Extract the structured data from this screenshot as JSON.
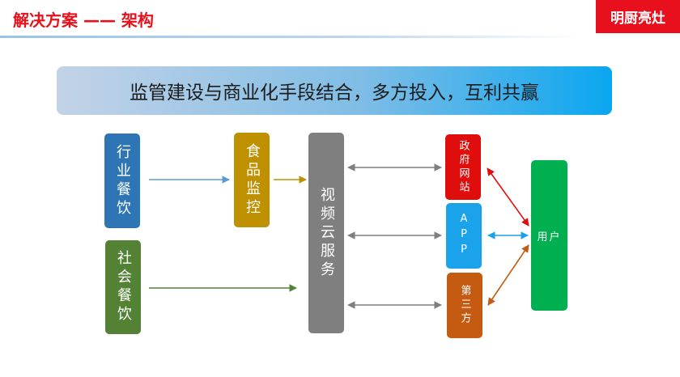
{
  "header": {
    "title": "解决方案 —— 架构",
    "brand": "明厨亮灶"
  },
  "banner": {
    "text": "监管建设与商业化手段结合，多方投入，互利共赢"
  },
  "diagram": {
    "nodes": {
      "industry_dining": "行业餐饮",
      "social_dining": "社会餐饮",
      "food_monitoring": "食品监控",
      "video_cloud_service": "视频云服务",
      "gov_website": "政府网站",
      "app": "APP",
      "third_party": "第三方",
      "user": "用户"
    },
    "colors": {
      "industry_dining": "#2e75b6",
      "social_dining": "#548235",
      "food_monitoring": "#bf9000",
      "video_cloud_service": "#7f7f7f",
      "gov_website": "#e00d0d",
      "app": "#1aa3ea",
      "third_party": "#c55a11",
      "user": "#00b050",
      "arrow_blue": "#5b9bd5",
      "arrow_gold": "#bf9000",
      "arrow_green": "#548235",
      "arrow_gray": "#7f7f7f",
      "arrow_red": "#e00d0d",
      "arrow_cyan": "#1aa3ea",
      "arrow_orange": "#c55a11",
      "brand_red": "#e8101c"
    },
    "edges": [
      {
        "from": "industry_dining",
        "to": "food_monitoring",
        "direction": "forward",
        "color": "arrow_blue"
      },
      {
        "from": "food_monitoring",
        "to": "video_cloud_service",
        "direction": "forward",
        "color": "arrow_gold"
      },
      {
        "from": "social_dining",
        "to": "video_cloud_service",
        "direction": "forward",
        "color": "arrow_green"
      },
      {
        "from": "video_cloud_service",
        "to": "gov_website",
        "direction": "both",
        "color": "arrow_gray"
      },
      {
        "from": "video_cloud_service",
        "to": "app",
        "direction": "both",
        "color": "arrow_gray"
      },
      {
        "from": "video_cloud_service",
        "to": "third_party",
        "direction": "both",
        "color": "arrow_gray"
      },
      {
        "from": "gov_website",
        "to": "user",
        "direction": "both",
        "color": "arrow_red"
      },
      {
        "from": "app",
        "to": "user",
        "direction": "both",
        "color": "arrow_cyan"
      },
      {
        "from": "third_party",
        "to": "user",
        "direction": "both",
        "color": "arrow_orange"
      }
    ]
  }
}
